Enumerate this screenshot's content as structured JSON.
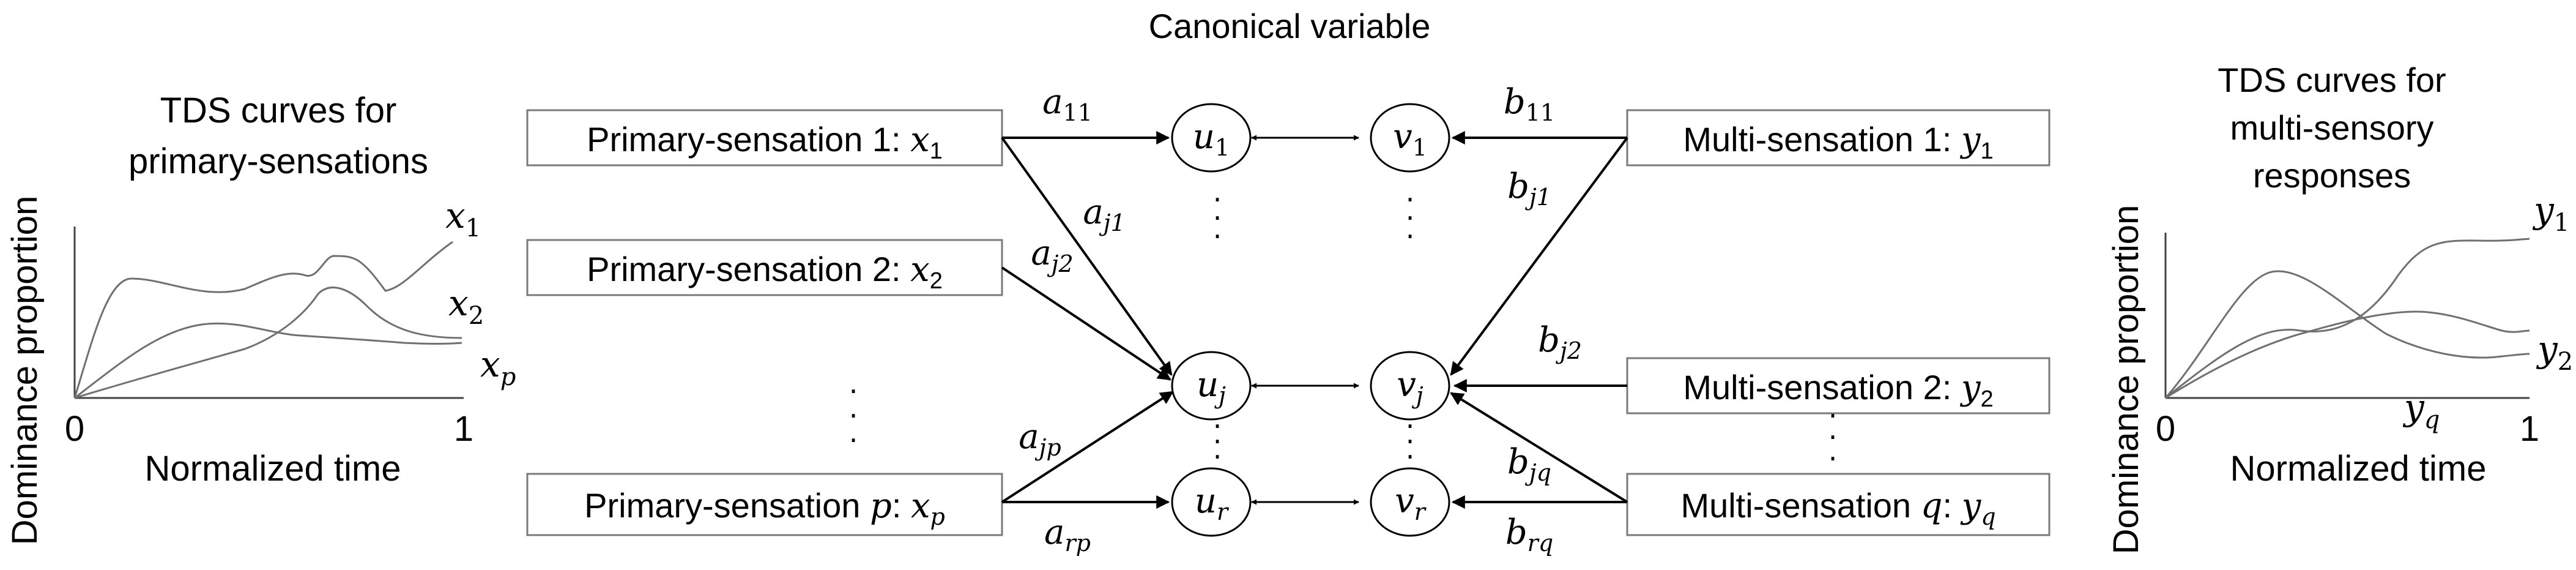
{
  "header": {
    "title": "Canonical variable"
  },
  "left_plot": {
    "title_line1": "TDS curves for",
    "title_line2": "primary-sensations",
    "ylabel": "Dominance proportion",
    "xlabel": "Normalized time",
    "x_min": "0",
    "x_max": "1",
    "curve_labels": [
      {
        "base": "x",
        "sub": "1"
      },
      {
        "base": "x",
        "sub": "2"
      },
      {
        "base": "x",
        "sub": "p"
      }
    ]
  },
  "right_plot": {
    "title_line1": "TDS curves for",
    "title_line2": "multi-sensory",
    "title_line3": "responses",
    "ylabel": "Dominance proportion",
    "xlabel": "Normalized time",
    "x_min": "0",
    "x_max": "1",
    "curve_labels": [
      {
        "base": "y",
        "sub": "1"
      },
      {
        "base": "y",
        "sub": "2"
      },
      {
        "base": "y",
        "sub": "q"
      }
    ]
  },
  "primary_boxes": [
    {
      "text": "Primary-sensation 1: ",
      "var": "x",
      "sub": "1"
    },
    {
      "text": "Primary-sensation 2: ",
      "var": "x",
      "sub": "2"
    },
    {
      "text": "Primary-sensation ",
      "mid": "p",
      "colon": ": ",
      "var": "x",
      "sub": "p"
    }
  ],
  "multi_boxes": [
    {
      "text": "Multi-sensation 1: ",
      "var": "y",
      "sub": "1"
    },
    {
      "text": "Multi-sensation 2: ",
      "var": "y",
      "sub": "2"
    },
    {
      "text": "Multi-sensation ",
      "mid": "q",
      "colon": ": ",
      "var": "y",
      "sub": "q"
    }
  ],
  "u_nodes": [
    {
      "base": "u",
      "sub": "1"
    },
    {
      "base": "u",
      "sub": "j"
    },
    {
      "base": "u",
      "sub": "r"
    }
  ],
  "v_nodes": [
    {
      "base": "v",
      "sub": "1"
    },
    {
      "base": "v",
      "sub": "j"
    },
    {
      "base": "v",
      "sub": "r"
    }
  ],
  "a_weights": [
    {
      "base": "a",
      "sub": "11"
    },
    {
      "base": "a",
      "sub": "j1"
    },
    {
      "base": "a",
      "sub": "j2"
    },
    {
      "base": "a",
      "sub": "jp"
    },
    {
      "base": "a",
      "sub": "rp"
    }
  ],
  "b_weights": [
    {
      "base": "b",
      "sub": "11"
    },
    {
      "base": "b",
      "sub": "j1"
    },
    {
      "base": "b",
      "sub": "j2"
    },
    {
      "base": "b",
      "sub": "jq"
    },
    {
      "base": "b",
      "sub": "rq"
    }
  ],
  "ellipsis": "·"
}
